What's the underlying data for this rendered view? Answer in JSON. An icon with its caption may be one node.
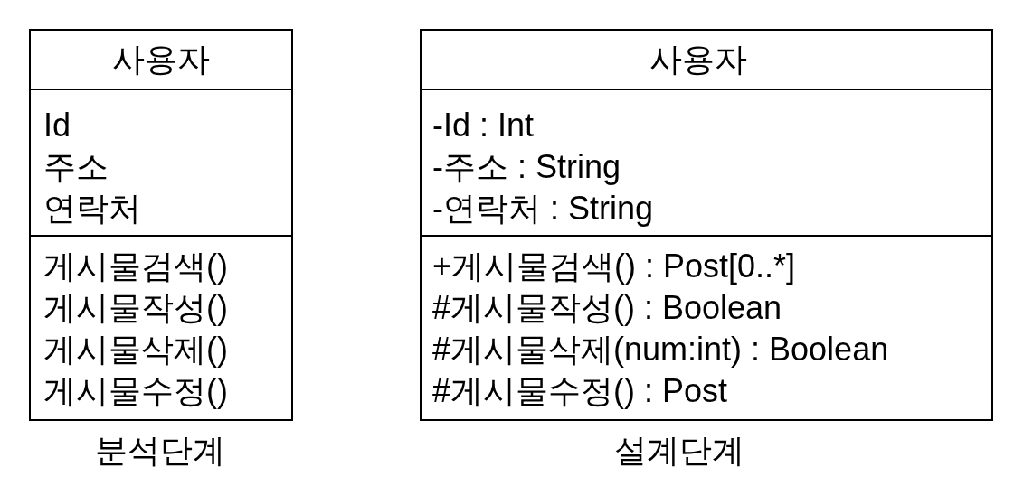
{
  "diagram": {
    "nodes": [
      {
        "text": [
          "사용자"
        ],
        "beside": [
          "분석단계"
        ]
      },
      {
        "text": [
          "Id",
          "주소",
          "연락처"
        ],
        "in": 0
      },
      {
        "text": [
          "게시물검색()",
          "게시물작성()",
          "게시물삭제()",
          "게시물수정()"
        ],
        "in": 0
      },
      {
        "text": [
          "사용자"
        ],
        "beside": [
          "설계단계"
        ]
      },
      {
        "text": [
          "-Id : Int",
          "-주소 : String",
          "-연락처 : String"
        ],
        "in": 3
      },
      {
        "text": [
          "+게시물검색() : Post[0..*]",
          "#게시물작성() : Boolean",
          "#게시물삭제(num:int) : Boolean",
          "#게시물수정() : Post"
        ],
        "in": 3
      }
    ]
  }
}
